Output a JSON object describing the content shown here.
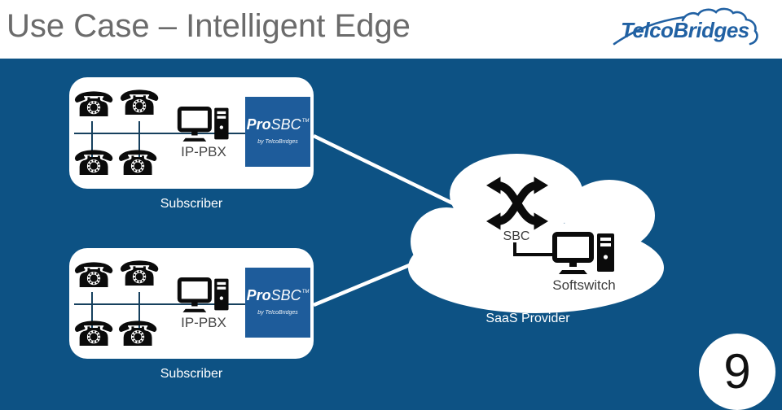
{
  "slide": {
    "title": "Use Case – Intelligent Edge",
    "page_number": "9"
  },
  "logo": {
    "part_bold": "Telco",
    "part_light": "Bridges"
  },
  "icons": {
    "phone_glyph": "☎"
  },
  "subscribers": [
    {
      "label": "Subscriber",
      "pbx_label": "IP-PBX",
      "prosbc": {
        "pro": "Pro",
        "sbc": "SBC",
        "tm": "TM",
        "byline": "by TelcoBridges"
      }
    },
    {
      "label": "Subscriber",
      "pbx_label": "IP-PBX",
      "prosbc": {
        "pro": "Pro",
        "sbc": "SBC",
        "tm": "TM",
        "byline": "by TelcoBridges"
      }
    }
  ],
  "cloud": {
    "sbc_label": "SBC",
    "softswitch_label": "Softswitch",
    "label": "SaaS Provider"
  },
  "colors": {
    "background_blue": "#0D5284",
    "brand_blue": "#2161A3",
    "prosbc_blue": "#1E5C9B",
    "title_gray": "#6B6B6B",
    "line_dark": "#16405E"
  }
}
